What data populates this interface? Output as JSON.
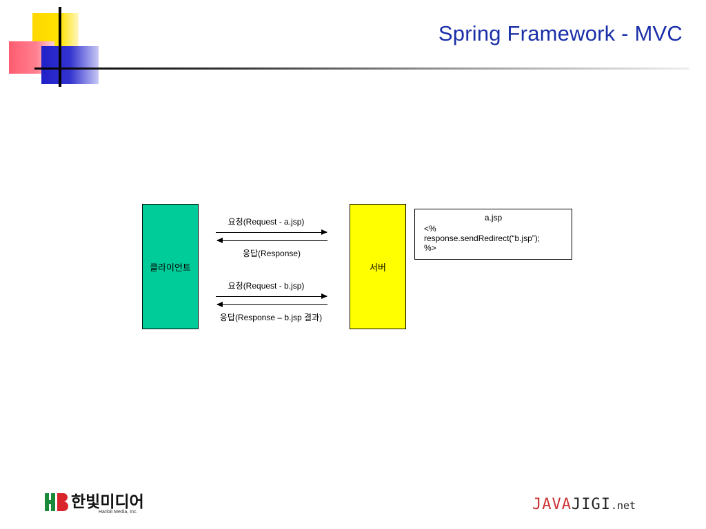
{
  "slide": {
    "title": "Spring Framework - MVC"
  },
  "diagram": {
    "client_label": "클라이언트",
    "server_label": "서버",
    "messages": [
      {
        "label": "요청(Request - a.jsp)",
        "direction": "right"
      },
      {
        "label": "응답(Response)",
        "direction": "left"
      },
      {
        "label": "요청(Request - b.jsp)",
        "direction": "right"
      },
      {
        "label": "응답(Response – b.jsp 결과)",
        "direction": "left"
      }
    ],
    "code_box": {
      "title": "a.jsp",
      "lines": [
        "<%",
        "response.sendRedirect(“b.jsp”);",
        "%>"
      ]
    },
    "colors": {
      "client": "#00cc99",
      "server": "#ffff00",
      "title": "#1a2fa8"
    }
  },
  "footer": {
    "publisher_logo": {
      "korean": "한빛미디어",
      "english": "Hanbit Media, Inc."
    },
    "site_logo": {
      "part1": "JAVA",
      "part2": "JIGI",
      "part3": ".net"
    }
  }
}
